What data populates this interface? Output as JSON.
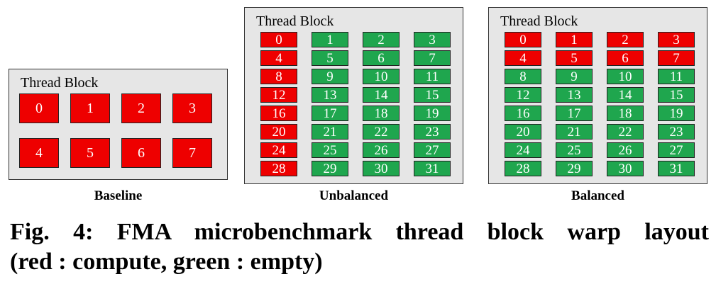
{
  "colors": {
    "compute": "#ee0000",
    "empty": "#1fa64e"
  },
  "legend_semantics": {
    "red": "compute",
    "green": "empty"
  },
  "panels": [
    {
      "id": "baseline",
      "title": "Thread Block",
      "caption": "Baseline",
      "warps": [
        {
          "label": "0",
          "state": "compute"
        },
        {
          "label": "1",
          "state": "compute"
        },
        {
          "label": "2",
          "state": "compute"
        },
        {
          "label": "3",
          "state": "compute"
        },
        {
          "label": "4",
          "state": "compute"
        },
        {
          "label": "5",
          "state": "compute"
        },
        {
          "label": "6",
          "state": "compute"
        },
        {
          "label": "7",
          "state": "compute"
        }
      ]
    },
    {
      "id": "unbalanced",
      "title": "Thread Block",
      "caption": "Unbalanced",
      "warps": [
        {
          "label": "0",
          "state": "compute"
        },
        {
          "label": "1",
          "state": "empty"
        },
        {
          "label": "2",
          "state": "empty"
        },
        {
          "label": "3",
          "state": "empty"
        },
        {
          "label": "4",
          "state": "compute"
        },
        {
          "label": "5",
          "state": "empty"
        },
        {
          "label": "6",
          "state": "empty"
        },
        {
          "label": "7",
          "state": "empty"
        },
        {
          "label": "8",
          "state": "compute"
        },
        {
          "label": "9",
          "state": "empty"
        },
        {
          "label": "10",
          "state": "empty"
        },
        {
          "label": "11",
          "state": "empty"
        },
        {
          "label": "12",
          "state": "compute"
        },
        {
          "label": "13",
          "state": "empty"
        },
        {
          "label": "14",
          "state": "empty"
        },
        {
          "label": "15",
          "state": "empty"
        },
        {
          "label": "16",
          "state": "compute"
        },
        {
          "label": "17",
          "state": "empty"
        },
        {
          "label": "18",
          "state": "empty"
        },
        {
          "label": "19",
          "state": "empty"
        },
        {
          "label": "20",
          "state": "compute"
        },
        {
          "label": "21",
          "state": "empty"
        },
        {
          "label": "22",
          "state": "empty"
        },
        {
          "label": "23",
          "state": "empty"
        },
        {
          "label": "24",
          "state": "compute"
        },
        {
          "label": "25",
          "state": "empty"
        },
        {
          "label": "26",
          "state": "empty"
        },
        {
          "label": "27",
          "state": "empty"
        },
        {
          "label": "28",
          "state": "compute"
        },
        {
          "label": "29",
          "state": "empty"
        },
        {
          "label": "30",
          "state": "empty"
        },
        {
          "label": "31",
          "state": "empty"
        }
      ]
    },
    {
      "id": "balanced",
      "title": "Thread Block",
      "caption": "Balanced",
      "warps": [
        {
          "label": "0",
          "state": "compute"
        },
        {
          "label": "1",
          "state": "compute"
        },
        {
          "label": "2",
          "state": "compute"
        },
        {
          "label": "3",
          "state": "compute"
        },
        {
          "label": "4",
          "state": "compute"
        },
        {
          "label": "5",
          "state": "compute"
        },
        {
          "label": "6",
          "state": "compute"
        },
        {
          "label": "7",
          "state": "compute"
        },
        {
          "label": "8",
          "state": "empty"
        },
        {
          "label": "9",
          "state": "empty"
        },
        {
          "label": "10",
          "state": "empty"
        },
        {
          "label": "11",
          "state": "empty"
        },
        {
          "label": "12",
          "state": "empty"
        },
        {
          "label": "13",
          "state": "empty"
        },
        {
          "label": "14",
          "state": "empty"
        },
        {
          "label": "15",
          "state": "empty"
        },
        {
          "label": "16",
          "state": "empty"
        },
        {
          "label": "17",
          "state": "empty"
        },
        {
          "label": "18",
          "state": "empty"
        },
        {
          "label": "19",
          "state": "empty"
        },
        {
          "label": "20",
          "state": "empty"
        },
        {
          "label": "21",
          "state": "empty"
        },
        {
          "label": "22",
          "state": "empty"
        },
        {
          "label": "23",
          "state": "empty"
        },
        {
          "label": "24",
          "state": "empty"
        },
        {
          "label": "25",
          "state": "empty"
        },
        {
          "label": "26",
          "state": "empty"
        },
        {
          "label": "27",
          "state": "empty"
        },
        {
          "label": "28",
          "state": "empty"
        },
        {
          "label": "29",
          "state": "empty"
        },
        {
          "label": "30",
          "state": "empty"
        },
        {
          "label": "31",
          "state": "empty"
        }
      ]
    }
  ],
  "figure_caption": {
    "line1": "Fig. 4: FMA microbenchmark thread block warp layout",
    "line2": "(red : compute, green : empty)"
  }
}
